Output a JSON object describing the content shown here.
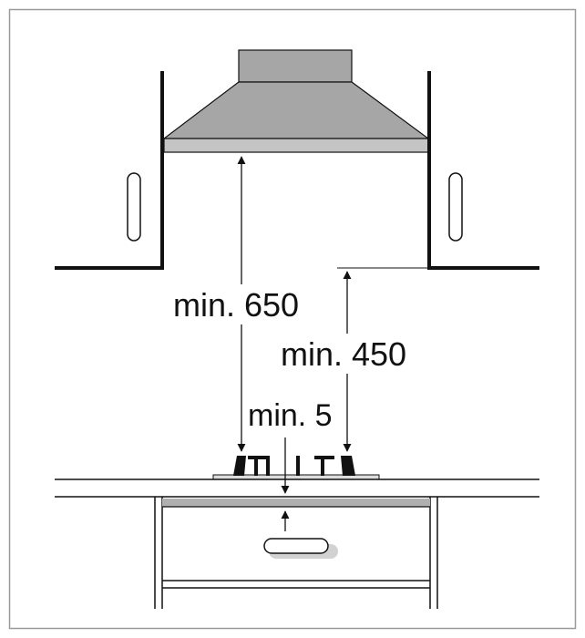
{
  "labels": {
    "min_650": "min. 650",
    "min_450": "min. 450",
    "min_5": "min. 5"
  },
  "colors": {
    "line": "#111111",
    "hood": "#a6a6a6",
    "hood_lip": "#c4c4c4",
    "frame": "#9a9a9a",
    "background": "#ffffff"
  },
  "icons": [
    "cooker-hood-icon",
    "wall-cabinet-icon",
    "gas-hob-burner-icon",
    "drawer-handle-icon",
    "dimension-arrow-icon"
  ]
}
